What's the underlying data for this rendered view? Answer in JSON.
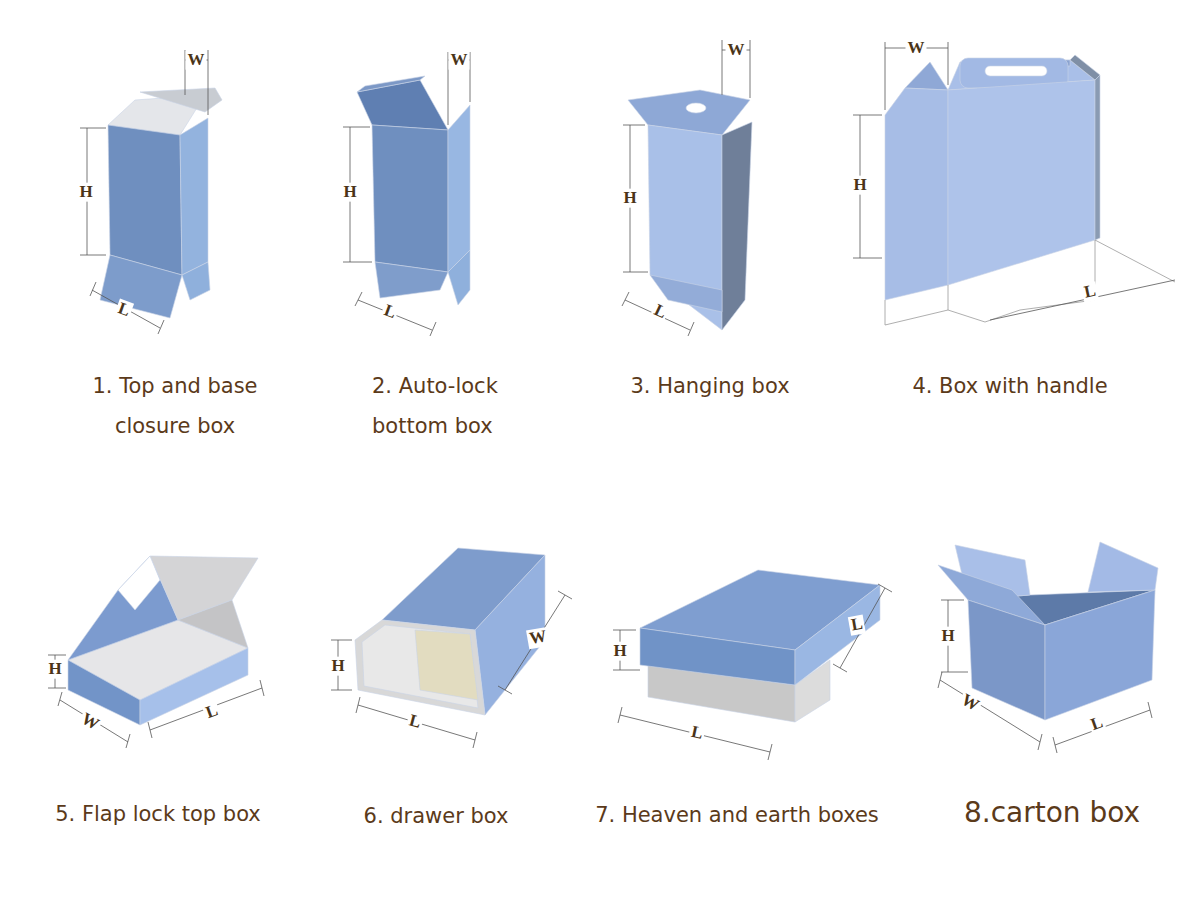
{
  "diagram": {
    "labels": [
      "W",
      "H",
      "L",
      "1. Top and base closure box",
      "W",
      "H",
      "L",
      "2. Auto-lock bottom box",
      "W",
      "H",
      "L",
      "3. Hanging box",
      "W",
      "H",
      "L",
      "4. Box with handle",
      "H",
      "W",
      "L",
      "5. Flap lock top box",
      "H",
      "L",
      "W",
      "6. drawer box",
      "H",
      "L",
      "L",
      "7. Heaven and earth boxes",
      "H",
      "W",
      "L",
      "8.carton box"
    ]
  }
}
